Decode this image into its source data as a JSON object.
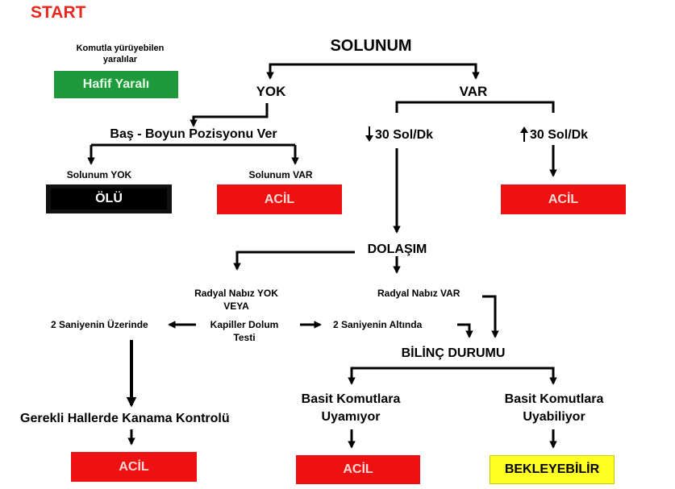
{
  "start": "START",
  "walking": {
    "line1": "Komutla yürüyebilen",
    "line2": "yaralılar",
    "box": "Hafif Yaralı"
  },
  "solunum": "SOLUNUM",
  "yok": "YOK",
  "var": "VAR",
  "bas_boyun": "Baş - Boyun Pozisyonu Ver",
  "solunum_yok": "Solunum YOK",
  "solunum_var": "Solunum VAR",
  "olu": "ÖLÜ",
  "low_rate": "30 Sol/Dk",
  "high_rate": "30 Sol/Dk",
  "acil": "ACİL",
  "dolasim": "DOLAŞIM",
  "radyal_yok": {
    "line1": "Radyal Nabız YOK",
    "line2": "VEYA"
  },
  "kapiller": {
    "line1": "Kapiller Dolum",
    "line2": "Testi"
  },
  "radyal_var": "Radyal Nabız VAR",
  "uzerinde": "2 Saniyenin Üzerinde",
  "altinda": "2 Saniyenin Altında",
  "bilinc": "BİLİNÇ DURUMU",
  "uyamiyor": {
    "line1": "Basit Komutlara",
    "line2": "Uyamıyor"
  },
  "uyabiliyor": {
    "line1": "Basit Komutlara",
    "line2": "Uyabiliyor"
  },
  "kanama": "Gerekli Hallerde Kanama Kontrolü",
  "bekleyebilir": "BEKLEYEBİLİR",
  "colors": {
    "red": "#ee1111",
    "green": "#1e9a3c",
    "black": "#111111",
    "yellow": "#ffff22",
    "start": "#e8281e"
  }
}
